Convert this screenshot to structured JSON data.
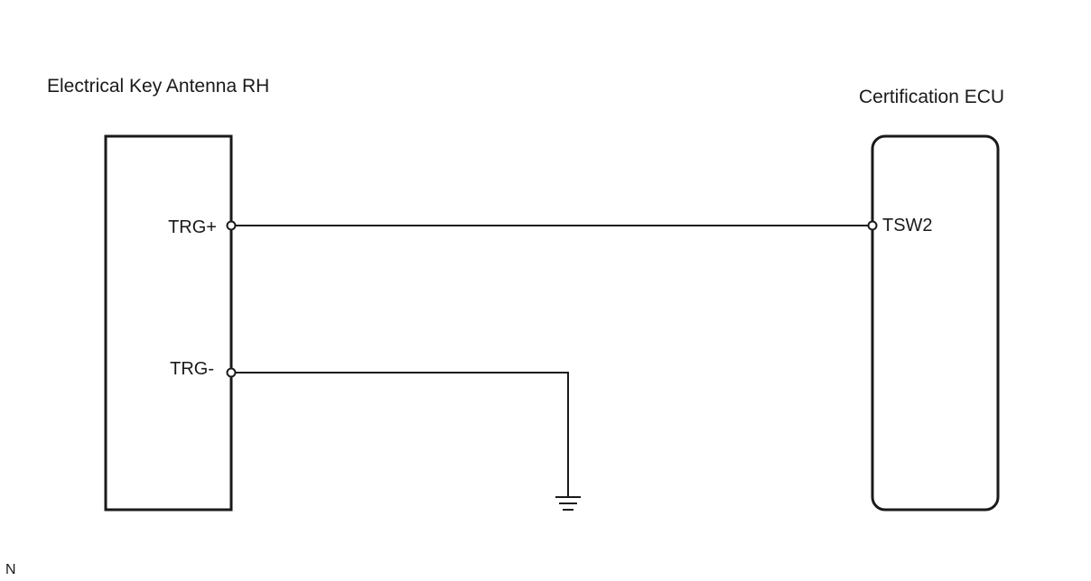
{
  "components": {
    "antenna": {
      "title": "Electrical Key Antenna RH",
      "pins": {
        "trg_plus": "TRG+",
        "trg_minus": "TRG-"
      }
    },
    "ecu": {
      "title": "Certification ECU",
      "pins": {
        "tsw2": "TSW2"
      }
    }
  },
  "footer": {
    "code": "N"
  },
  "colors": {
    "line": "#1a1a1a",
    "background": "#ffffff"
  }
}
